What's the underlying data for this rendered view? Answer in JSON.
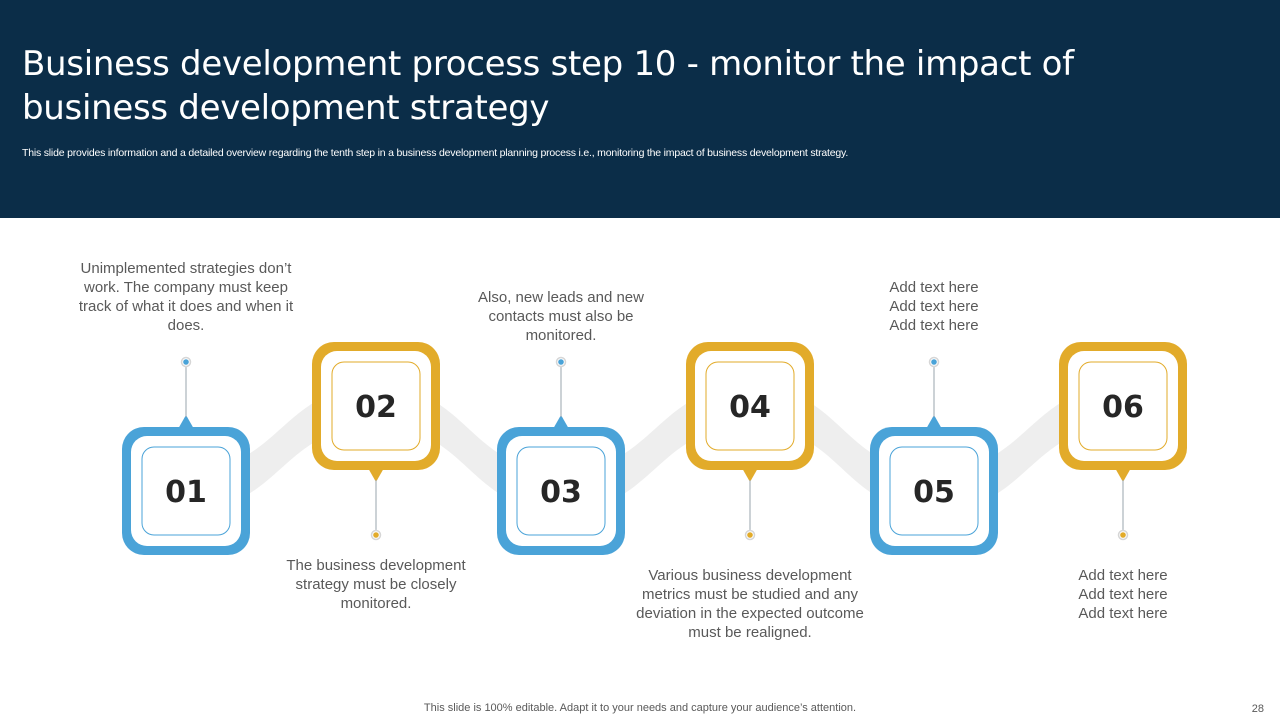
{
  "header": {
    "title": "Business development process step 10 - monitor the impact of business development strategy",
    "subtitle": "This slide provides information and a detailed overview regarding the tenth step in a business development planning process i.e., monitoring the impact of business development strategy."
  },
  "colors": {
    "header_bg": "#0b2d48",
    "blue": "#4aa3d8",
    "gold": "#e2ab2a",
    "connector": "#eeeeee",
    "text": "#595959"
  },
  "steps": [
    {
      "number": "01",
      "color": "blue",
      "text": "Unimplemented strategies don’t work. The company must keep track of what it does and when it does."
    },
    {
      "number": "02",
      "color": "gold",
      "text": "The business development strategy must be closely monitored."
    },
    {
      "number": "03",
      "color": "blue",
      "text": "Also, new leads and new contacts must also be monitored."
    },
    {
      "number": "04",
      "color": "gold",
      "text": "Various business development metrics must be studied and any deviation in the expected outcome must be realigned."
    },
    {
      "number": "05",
      "color": "blue",
      "text": "Add text here\nAdd text here\nAdd text here"
    },
    {
      "number": "06",
      "color": "gold",
      "text": "Add text here\nAdd text here\nAdd text here"
    }
  ],
  "footer": {
    "note": "This slide is 100% editable. Adapt it to your needs and capture your audience’s attention.",
    "page_number": "28"
  }
}
